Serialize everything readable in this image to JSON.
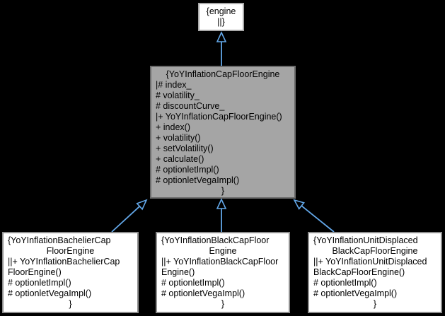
{
  "diagram": {
    "type": "uml-class-inheritance-graph",
    "background_color": "#000000",
    "edge_color": "#63a7e8",
    "text_color": "#000000",
    "nodes": [
      {
        "id": "engine",
        "label": "engine",
        "fill": "#ffffff",
        "border": "#a9a9a9",
        "lines": [
          {
            "text": "{engine",
            "align": "center"
          },
          {
            "text": "||}",
            "align": "center"
          }
        ]
      },
      {
        "id": "capfloorengine",
        "label": "YoYInflationCapFloorEngine",
        "fill": "#a5a5a5",
        "border": "#6b6b6b",
        "lines": [
          {
            "text": "{YoYInflationCapFloorEngine",
            "align": "center"
          },
          {
            "text": "|# index_",
            "align": "left"
          },
          {
            "text": "# volatility_",
            "align": "left"
          },
          {
            "text": "# discountCurve_",
            "align": "left"
          },
          {
            "text": "|+ YoYInflationCapFloorEngine()",
            "align": "left"
          },
          {
            "text": "+ index()",
            "align": "left"
          },
          {
            "text": "+ volatility()",
            "align": "left"
          },
          {
            "text": "+ setVolatility()",
            "align": "left"
          },
          {
            "text": "+ calculate()",
            "align": "left"
          },
          {
            "text": "# optionletImpl()",
            "align": "left"
          },
          {
            "text": "# optionletVegaImpl()",
            "align": "left"
          },
          {
            "text": "}",
            "align": "center"
          }
        ]
      },
      {
        "id": "bachelier",
        "label": "YoYInflationBachelierCapFloorEngine",
        "fill": "#ffffff",
        "border": "#8f8f8f",
        "lines": [
          {
            "text": "{YoYInflationBachelierCap",
            "align": "left"
          },
          {
            "text": "FloorEngine",
            "align": "center"
          },
          {
            "text": "||+ YoYInflationBachelierCap",
            "align": "left"
          },
          {
            "text": "FloorEngine()",
            "align": "left"
          },
          {
            "text": "# optionletImpl()",
            "align": "left"
          },
          {
            "text": "# optionletVegaImpl()",
            "align": "left"
          },
          {
            "text": "}",
            "align": "center"
          }
        ]
      },
      {
        "id": "black",
        "label": "YoYInflationBlackCapFloorEngine",
        "fill": "#ffffff",
        "border": "#8f8f8f",
        "lines": [
          {
            "text": "{YoYInflationBlackCapFloor",
            "align": "left"
          },
          {
            "text": "Engine",
            "align": "center"
          },
          {
            "text": "||+ YoYInflationBlackCapFloor",
            "align": "left"
          },
          {
            "text": "Engine()",
            "align": "left"
          },
          {
            "text": "# optionletImpl()",
            "align": "left"
          },
          {
            "text": "# optionletVegaImpl()",
            "align": "left"
          },
          {
            "text": "}",
            "align": "center"
          }
        ]
      },
      {
        "id": "unitdisplaced",
        "label": "YoYInflationUnitDisplacedBlackCapFloorEngine",
        "fill": "#ffffff",
        "border": "#8f8f8f",
        "lines": [
          {
            "text": "{YoYInflationUnitDisplaced",
            "align": "left"
          },
          {
            "text": "BlackCapFloorEngine",
            "align": "center"
          },
          {
            "text": "||+ YoYInflationUnitDisplaced",
            "align": "left"
          },
          {
            "text": "BlackCapFloorEngine()",
            "align": "left"
          },
          {
            "text": "# optionletImpl()",
            "align": "left"
          },
          {
            "text": "# optionletVegaImpl()",
            "align": "left"
          },
          {
            "text": "}",
            "align": "center"
          }
        ]
      }
    ],
    "edges": [
      {
        "from": "capfloorengine",
        "to": "engine",
        "type": "inheritance"
      },
      {
        "from": "bachelier",
        "to": "capfloorengine",
        "type": "inheritance"
      },
      {
        "from": "black",
        "to": "capfloorengine",
        "type": "inheritance"
      },
      {
        "from": "unitdisplaced",
        "to": "capfloorengine",
        "type": "inheritance"
      }
    ]
  }
}
